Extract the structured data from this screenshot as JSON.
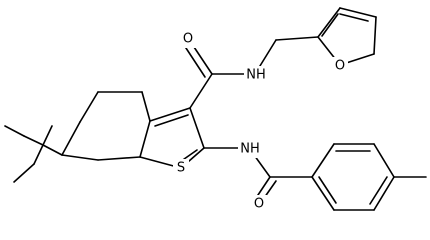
{
  "structure": {
    "atoms": {
      "carbonyl_oxygen_top": "O",
      "amide_nitrogen_top": "NH",
      "furan_oxygen": "O",
      "ring_sulfur": "S",
      "amide_nitrogen_bottom": "NH",
      "carbonyl_oxygen_bottom": "O"
    }
  }
}
